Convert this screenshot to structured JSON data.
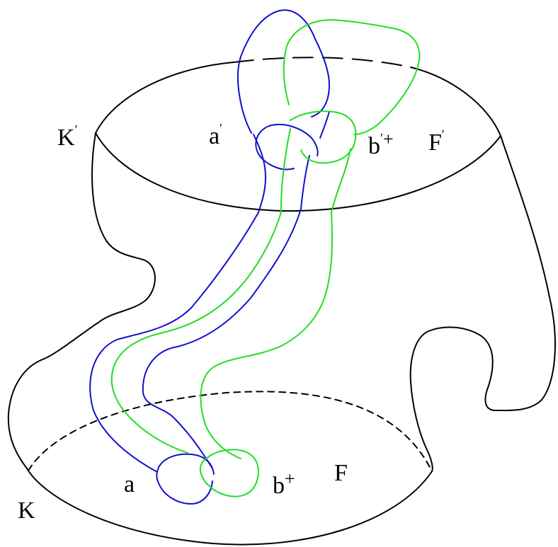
{
  "labels": {
    "K_prime": {
      "base": "K",
      "mark": "′"
    },
    "a_prime": {
      "base": "a",
      "mark": "′"
    },
    "b_prime_plus": {
      "base": "b",
      "mark": "′",
      "plus": "+"
    },
    "F_prime": {
      "base": "F",
      "mark": "′"
    },
    "a": "a",
    "b_plus": {
      "base": "b",
      "plus": "+"
    },
    "F": "F",
    "K": "K"
  },
  "colors": {
    "surface": "#000000",
    "curve_a": "#1010cc",
    "curve_b": "#22dd22"
  }
}
